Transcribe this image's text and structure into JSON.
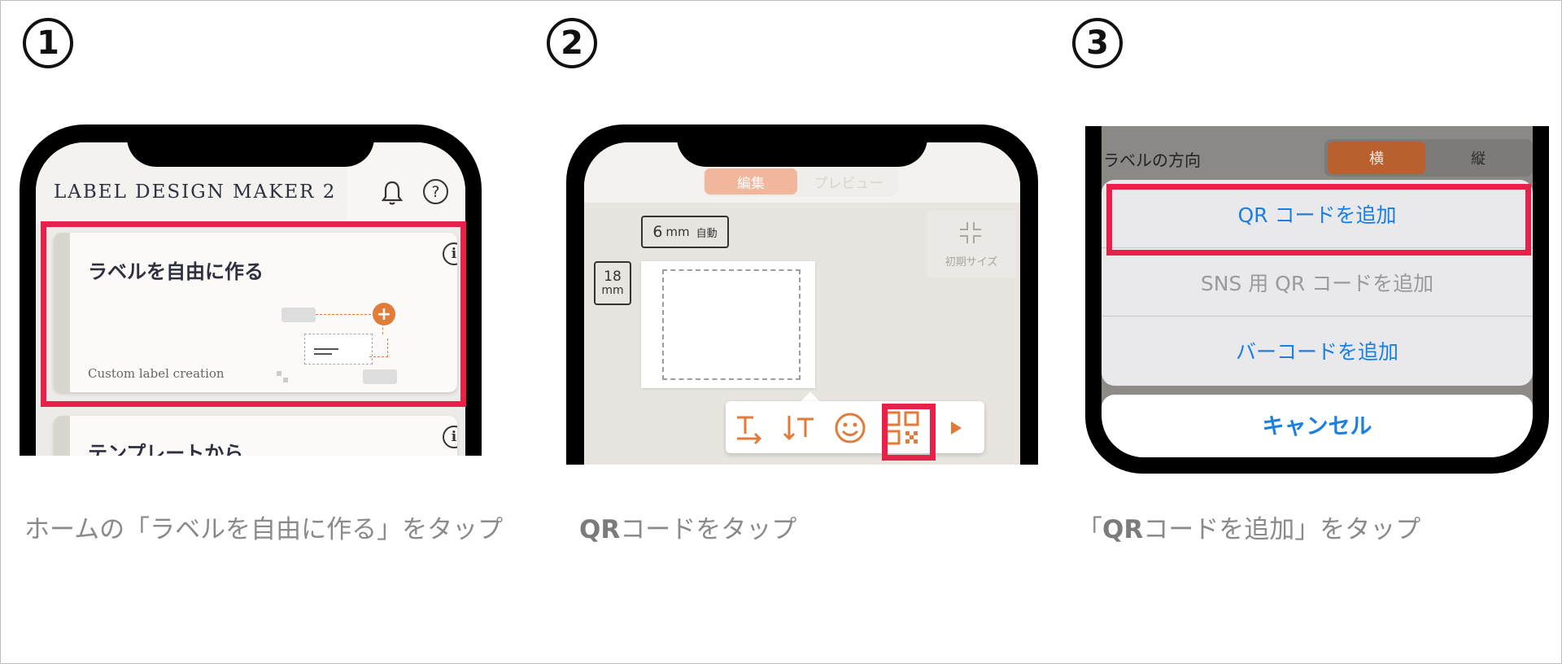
{
  "steps": [
    {
      "number": "1",
      "caption": "ホームの「ラベルを自由に作る」をタップ",
      "app_title": "LABEL DESIGN MAKER 2",
      "card1_title": "ラベルを自由に作る",
      "card1_subtitle": "Custom label creation",
      "card2_title": "テンプレートから",
      "info_glyph": "i",
      "help_glyph": "?",
      "plus_glyph": "+"
    },
    {
      "number": "2",
      "caption_bold": "QR",
      "caption_rest": "コードをタップ",
      "tab_edit": "編集",
      "tab_preview": "プレビュー",
      "width_value": "6",
      "width_unit": "mm",
      "width_auto": "自動",
      "height_value": "18",
      "height_unit": "mm",
      "reset_size_label": "初期サイズ",
      "toolbar": [
        "text-icon",
        "vertical-text-icon",
        "emoji-icon",
        "qr-code-icon",
        "play-icon"
      ]
    },
    {
      "number": "3",
      "caption_open": "「",
      "caption_bold": "QR",
      "caption_rest": "コードを追加」をタップ",
      "orientation_label": "ラベルの方向",
      "orientation_horizontal": "横",
      "orientation_vertical": "縦",
      "action_add_qr": "QR コードを追加",
      "action_add_sns_qr": "SNS 用 QR コードを追加",
      "action_add_barcode": "バーコードを追加",
      "action_cancel": "キャンセル"
    }
  ],
  "colors": {
    "highlight": "#e8204a",
    "accent_orange": "#e07b3a",
    "ios_blue": "#1a7fe0"
  }
}
